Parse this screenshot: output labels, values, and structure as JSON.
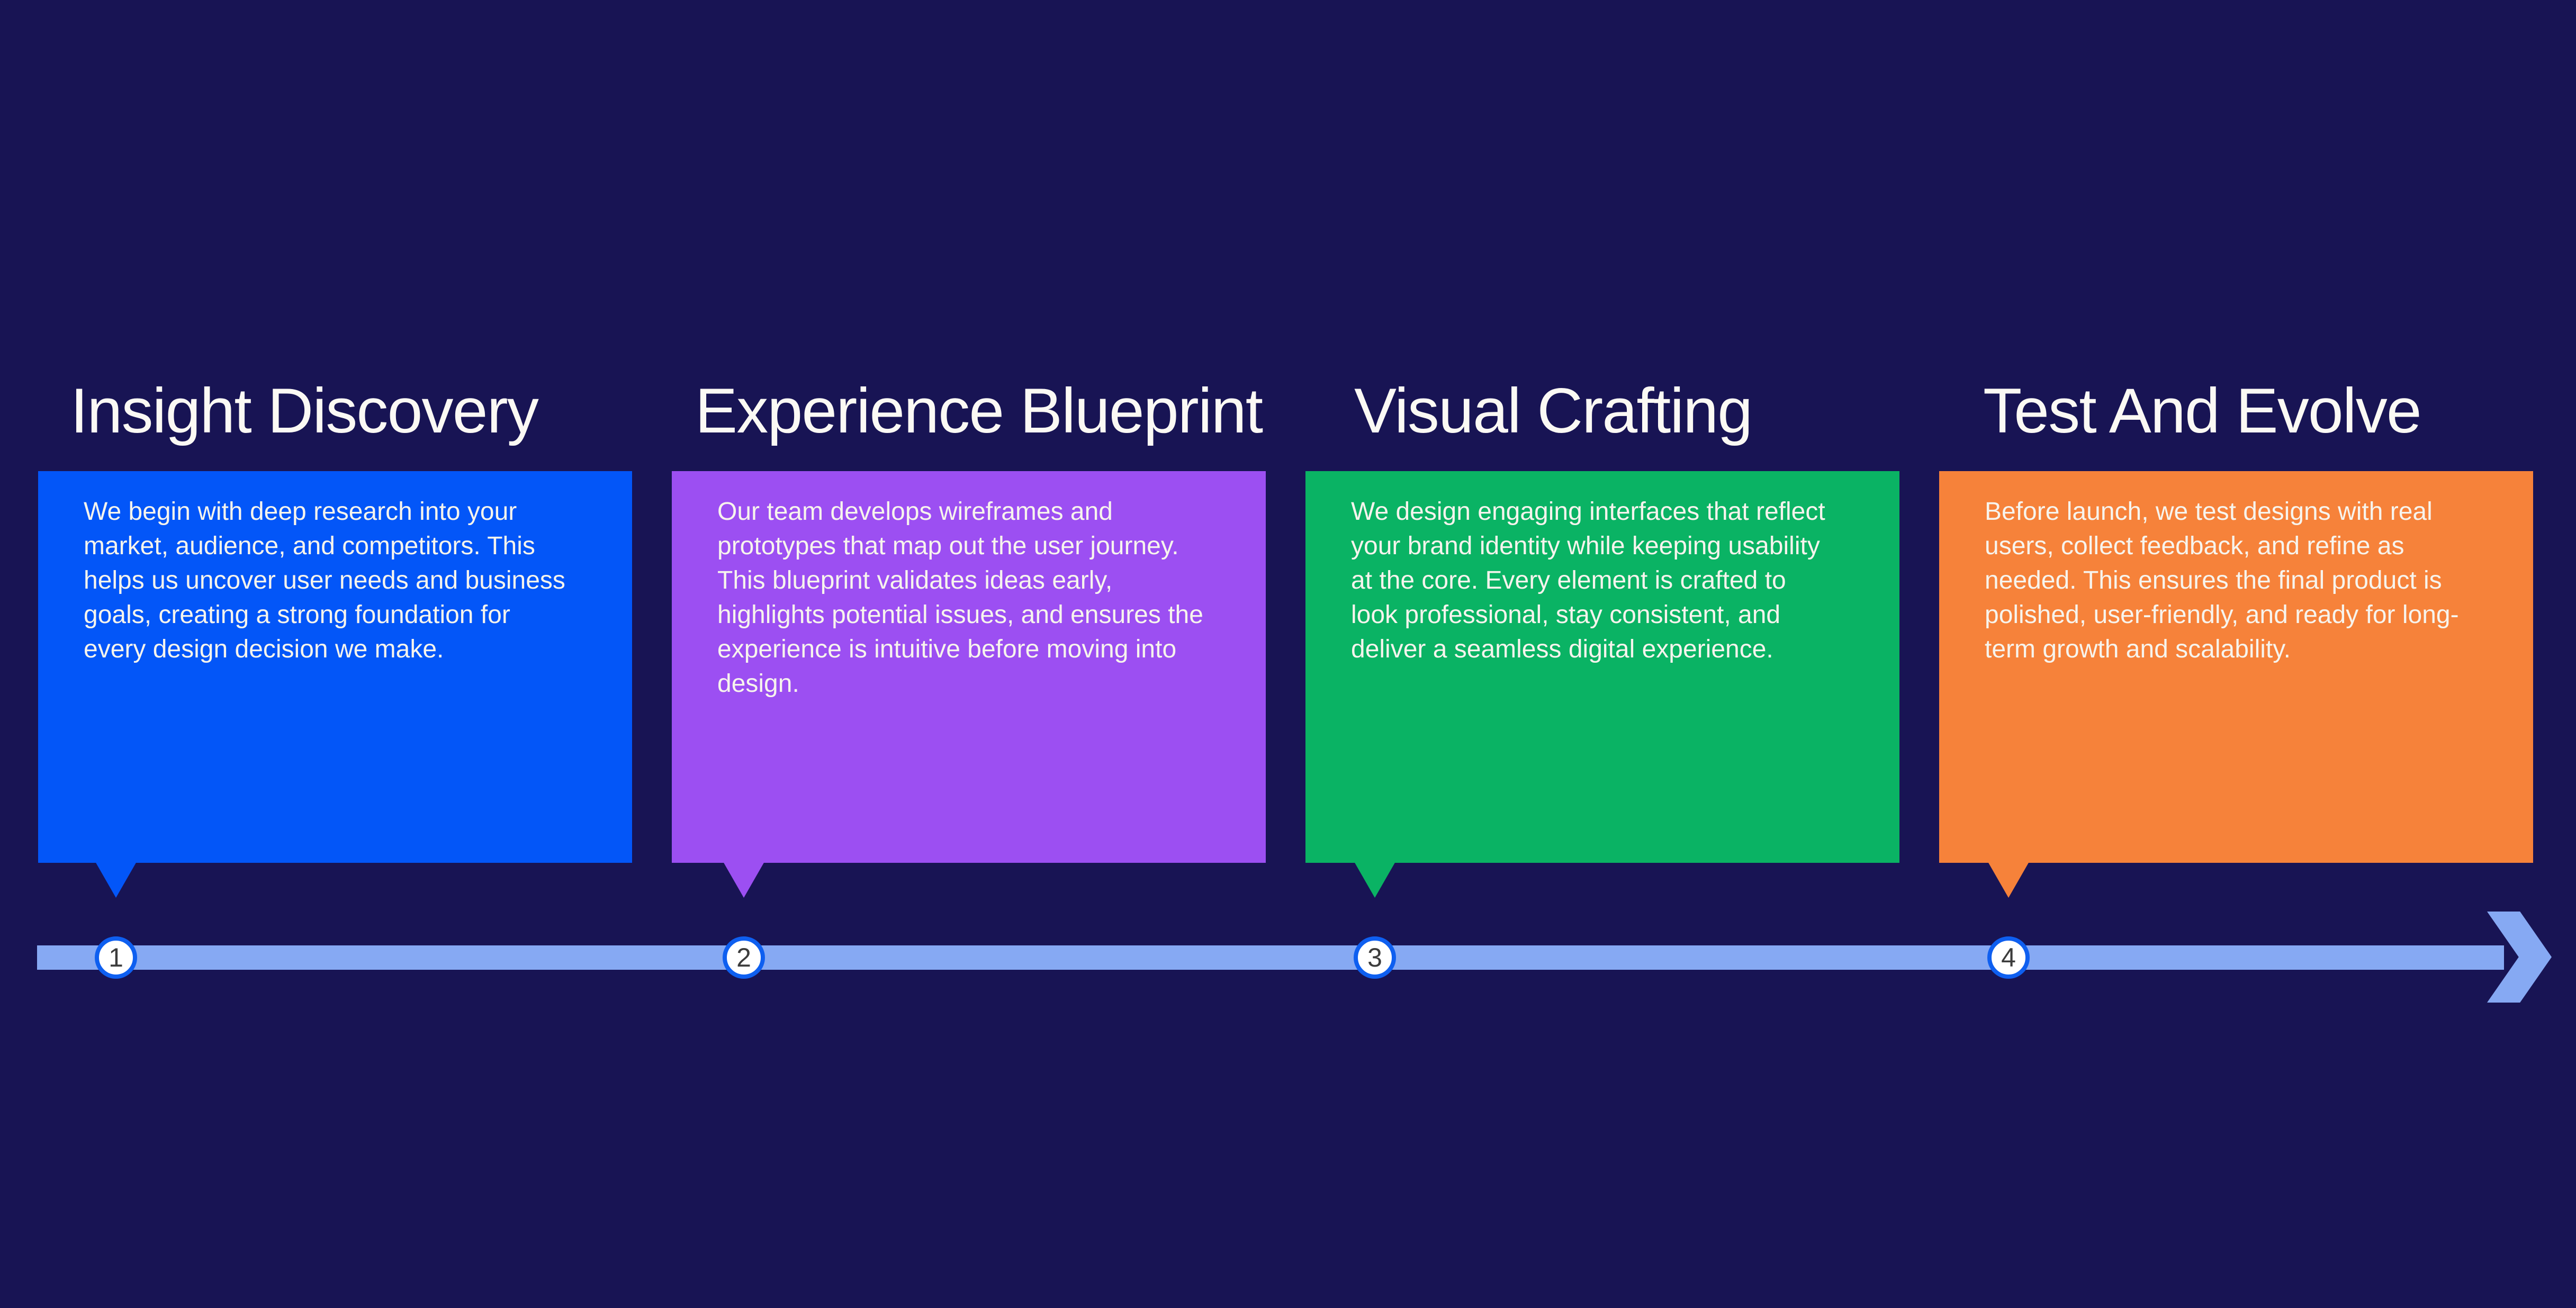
{
  "page": {
    "background_color": "#181454",
    "title_color": "#FBF9F4",
    "body_text_color": "#F7F4ED"
  },
  "steps": [
    {
      "number": "1",
      "title": "Insight Discovery",
      "description": "We begin with deep research into your\nmarket, audience, and competitors. This\nhelps us uncover user needs and business\ngoals, creating a strong foundation for\nevery design decision we make.",
      "color": "#0356F8"
    },
    {
      "number": "2",
      "title": "Experience Blueprint",
      "description": "Our team develops wireframes and\nprototypes that map out the user journey.\nThis blueprint validates ideas early,\nhighlights potential issues, and ensures the\nexperience is intuitive before moving into\ndesign.",
      "color": "#9C4FF2"
    },
    {
      "number": "3",
      "title": "Visual Crafting",
      "description": "We design engaging interfaces that reflect\nyour brand identity while keeping usability\nat the core. Every element is crafted to\nlook professional, stay consistent, and\ndeliver a seamless digital experience.",
      "color": "#0AB364"
    },
    {
      "number": "4",
      "title": "Test And Evolve",
      "description": "Before launch, we test designs with real\nusers, collect feedback, and refine as\nneeded. This ensures the final product is\npolished, user-friendly, and ready for long-\nterm growth and scalability.",
      "color": "#F6823A"
    }
  ],
  "timeline": {
    "bar_color": "#86A9F3",
    "arrow_color": "#86A9F3",
    "circle_fill": "#FFFFFF",
    "circle_border_color": "#0E5FF0",
    "number_color": "#3C3C3C"
  }
}
